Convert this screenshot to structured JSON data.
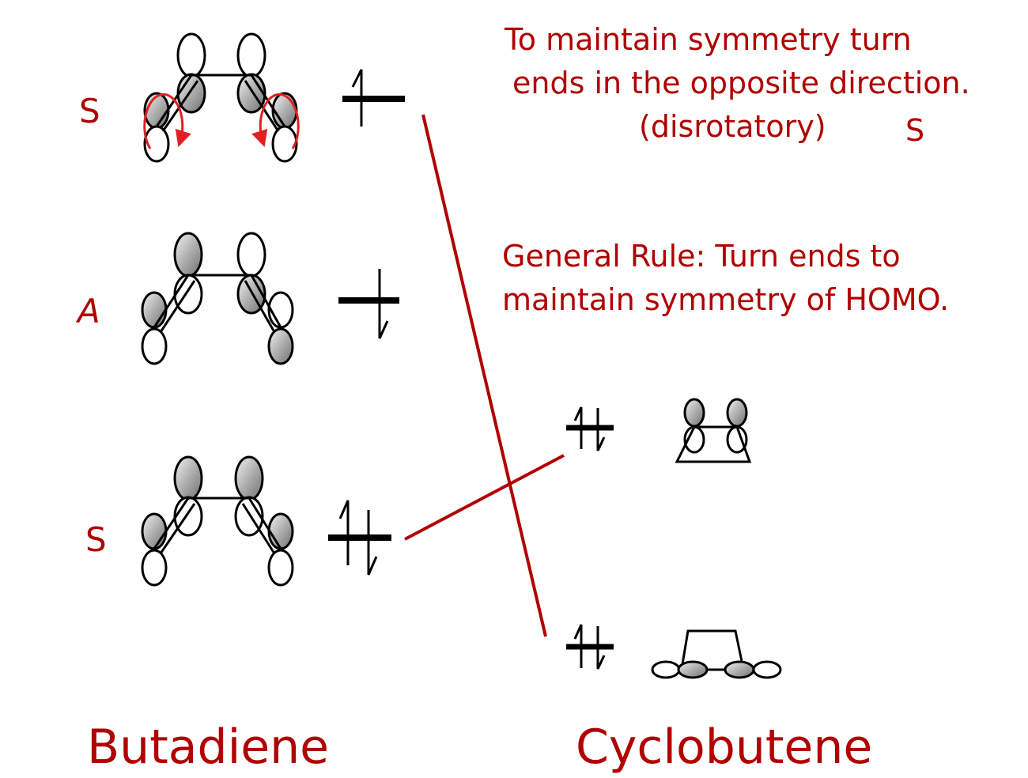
{
  "colors": {
    "accent": "#b00000",
    "ink": "#000000",
    "shaded_lobe": "#9a9a9a"
  },
  "notes": {
    "line1": "To maintain symmetry turn",
    "line2": "ends in the opposite direction.",
    "line3": "(disrotatory)",
    "line3_symmetry": "S",
    "rule1": "General Rule:  Turn ends to",
    "rule2": "maintain symmetry of HOMO."
  },
  "butadiene": {
    "title": "Butadiene",
    "orbitals": [
      {
        "symmetry_label": "S",
        "electrons": 1,
        "note": "HOMO with disrotatory arrows"
      },
      {
        "symmetry_label": "A",
        "electrons": 1
      },
      {
        "symmetry_label": "S",
        "electrons": 2
      }
    ]
  },
  "cyclobutene": {
    "title": "Cyclobutene",
    "orbitals": [
      {
        "electrons": 2,
        "type": "pi"
      },
      {
        "electrons": 2,
        "type": "sigma"
      }
    ]
  },
  "correlations": [
    {
      "from": "butadiene-S-upper",
      "to": "cyclobutene-sigma"
    },
    {
      "from": "butadiene-S-lower",
      "to": "cyclobutene-pi"
    }
  ]
}
